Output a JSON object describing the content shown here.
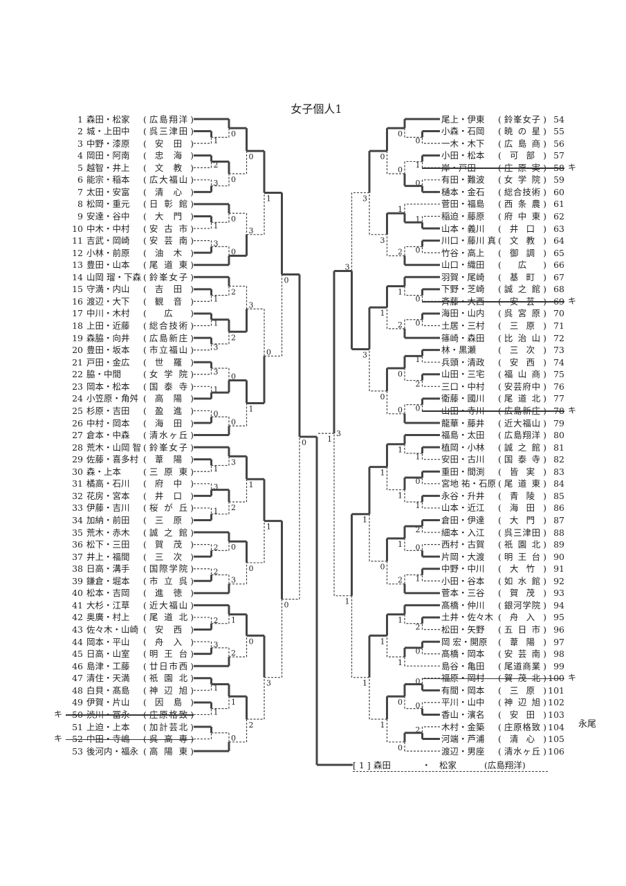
{
  "title": "女子個人1",
  "left_entries": [
    {
      "no": "1",
      "names": "森田・松家",
      "school": "広島翔洋"
    },
    {
      "no": "2",
      "names": "城・上田中",
      "school": "呉三津田"
    },
    {
      "no": "3",
      "names": "中野・漆原",
      "school": "安田"
    },
    {
      "no": "4",
      "names": "岡田・阿南",
      "school": "忠海"
    },
    {
      "no": "5",
      "names": "越智・井上",
      "school": "文教"
    },
    {
      "no": "6",
      "names": "能宗・稲本",
      "school": "広大福山"
    },
    {
      "no": "7",
      "names": "太田・安富",
      "school": "清心"
    },
    {
      "no": "8",
      "names": "松岡・重元",
      "school": "日彰館"
    },
    {
      "no": "9",
      "names": "安達・谷中",
      "school": "大門"
    },
    {
      "no": "10",
      "names": "中木・中村",
      "school": "安古市"
    },
    {
      "no": "11",
      "names": "吉武・岡崎",
      "school": "安芸南"
    },
    {
      "no": "12",
      "names": "小林・前原",
      "school": "油木"
    },
    {
      "no": "13",
      "names": "豊田・山本",
      "school": "尾道東"
    },
    {
      "no": "14",
      "names": "山岡 瑠・下森",
      "school": "鈴峯女子"
    },
    {
      "no": "15",
      "names": "守満・内山",
      "school": "吉田"
    },
    {
      "no": "16",
      "names": "渡辺・大下",
      "school": "観音"
    },
    {
      "no": "17",
      "names": "中川・木村",
      "school": "広"
    },
    {
      "no": "18",
      "names": "上田・近藤",
      "school": "総合技術"
    },
    {
      "no": "19",
      "names": "森脇・向井",
      "school": "広島新庄"
    },
    {
      "no": "20",
      "names": "豊田・坂本",
      "school": "市立福山"
    },
    {
      "no": "21",
      "names": "戸田・金広",
      "school": "世羅"
    },
    {
      "no": "22",
      "names": "脇・中間",
      "school": "女学院"
    },
    {
      "no": "23",
      "names": "岡本・松本",
      "school": "国泰寺"
    },
    {
      "no": "24",
      "names": "小笠原・角舛",
      "school": "高陽"
    },
    {
      "no": "25",
      "names": "杉原・吉田",
      "school": "盈進"
    },
    {
      "no": "26",
      "names": "中村・岡本",
      "school": "海田"
    },
    {
      "no": "27",
      "names": "倉本・中森",
      "school": "清水ヶ丘"
    },
    {
      "no": "28",
      "names": "荒木・山岡 智",
      "school": "鈴峯女子"
    },
    {
      "no": "29",
      "names": "佐藤・喜多村",
      "school": "葦陽"
    },
    {
      "no": "30",
      "names": "森・上本",
      "school": "三原東"
    },
    {
      "no": "31",
      "names": "橘高・石川",
      "school": "府中"
    },
    {
      "no": "32",
      "names": "花房・宮本",
      "school": "井口"
    },
    {
      "no": "33",
      "names": "伊藤・吉川",
      "school": "桜が丘"
    },
    {
      "no": "34",
      "names": "加納・前田",
      "school": "三原"
    },
    {
      "no": "35",
      "names": "荒木・赤木",
      "school": "誠之館"
    },
    {
      "no": "36",
      "names": "松下・三田",
      "school": "賀茂"
    },
    {
      "no": "37",
      "names": "井上・福間",
      "school": "三次"
    },
    {
      "no": "38",
      "names": "日高・溝手",
      "school": "国際学院"
    },
    {
      "no": "39",
      "names": "鎌倉・堀本",
      "school": "市立呉"
    },
    {
      "no": "40",
      "names": "松本・吉岡",
      "school": "進徳"
    },
    {
      "no": "41",
      "names": "大杉・江草",
      "school": "近大福山"
    },
    {
      "no": "42",
      "names": "奥廣・村上",
      "school": "尾道北"
    },
    {
      "no": "43",
      "names": "佐々木・山崎",
      "school": "安西"
    },
    {
      "no": "44",
      "names": "岡本・平山",
      "school": "舟入"
    },
    {
      "no": "45",
      "names": "日高・山室",
      "school": "明王台"
    },
    {
      "no": "46",
      "names": "島津・工藤",
      "school": "廿日市西"
    },
    {
      "no": "47",
      "names": "清住・天満",
      "school": "祇園北"
    },
    {
      "no": "48",
      "names": "白貝・髙島",
      "school": "神辺旭"
    },
    {
      "no": "49",
      "names": "伊賀・片山",
      "school": "因島"
    },
    {
      "no": "50",
      "names": "渋川・冨永",
      "school": "庄原格致",
      "withdrawn": true
    },
    {
      "no": "51",
      "names": "上迫・上本",
      "school": "加計芸北"
    },
    {
      "no": "52",
      "names": "中田・寺嶋",
      "school": "呉高専",
      "withdrawn": true
    },
    {
      "no": "53",
      "names": "後河内・福永",
      "school": "高陽東"
    }
  ],
  "right_entries": [
    {
      "no": "54",
      "names": "尾上・伊東",
      "school": "鈴峯女子"
    },
    {
      "no": "55",
      "names": "小森・石岡",
      "school": "暁の星"
    },
    {
      "no": "56",
      "names": "一木・木下",
      "school": "広島商"
    },
    {
      "no": "57",
      "names": "小田・松本",
      "school": "可部"
    },
    {
      "no": "58",
      "names": "岸・戸田",
      "school": "庄原実",
      "withdrawn": true
    },
    {
      "no": "59",
      "names": "有田・難波",
      "school": "女学院"
    },
    {
      "no": "60",
      "names": "樋本・金石",
      "school": "総合技術"
    },
    {
      "no": "61",
      "names": "菅田・福島",
      "school": "西条農"
    },
    {
      "no": "62",
      "names": "稲迫・藤原",
      "school": "府中東"
    },
    {
      "no": "63",
      "names": "山本・義川",
      "school": "井口"
    },
    {
      "no": "64",
      "names": "川口・藤川 真",
      "school": "文教"
    },
    {
      "no": "65",
      "names": "竹谷・高上",
      "school": "御調"
    },
    {
      "no": "66",
      "names": "山口・織田",
      "school": "広"
    },
    {
      "no": "67",
      "names": "羽賀・尾崎",
      "school": "基町"
    },
    {
      "no": "68",
      "names": "下野・芝崎",
      "school": "誠之館"
    },
    {
      "no": "69",
      "names": "斉藤・大西",
      "school": "安芸",
      "withdrawn": true
    },
    {
      "no": "70",
      "names": "海田・山内",
      "school": "呉宮原"
    },
    {
      "no": "71",
      "names": "土居・三村",
      "school": "三原"
    },
    {
      "no": "72",
      "names": "篠崎・森田",
      "school": "比治山"
    },
    {
      "no": "73",
      "names": "林・黒瀬",
      "school": "三次"
    },
    {
      "no": "74",
      "names": "兵頭・清政",
      "school": "安西"
    },
    {
      "no": "75",
      "names": "山田・三宅",
      "school": "福山商"
    },
    {
      "no": "76",
      "names": "三口・中村",
      "school": "安芸府中"
    },
    {
      "no": "77",
      "names": "衛藤・國川",
      "school": "尾道北"
    },
    {
      "no": "78",
      "names": "山田・寺川",
      "school": "広島新庄",
      "withdrawn": true
    },
    {
      "no": "79",
      "names": "龍華・藤井",
      "school": "近大福山"
    },
    {
      "no": "80",
      "names": "福島・太田",
      "school": "広島翔洋"
    },
    {
      "no": "81",
      "names": "植岡・小林",
      "school": "誠之館"
    },
    {
      "no": "82",
      "names": "安田・古川",
      "school": "国泰寺"
    },
    {
      "no": "83",
      "names": "重田・間渕",
      "school": "皆実"
    },
    {
      "no": "84",
      "names": "宮地 祐・石原",
      "school": "尾道東"
    },
    {
      "no": "85",
      "names": "永谷・升井",
      "school": "青陵"
    },
    {
      "no": "86",
      "names": "山本・近江",
      "school": "海田"
    },
    {
      "no": "87",
      "names": "倉田・伊達",
      "school": "大門"
    },
    {
      "no": "88",
      "names": "細本・入江",
      "school": "呉三津田"
    },
    {
      "no": "89",
      "names": "西村・古賀",
      "school": "祇園北"
    },
    {
      "no": "90",
      "names": "片岡・大渡",
      "school": "明王台"
    },
    {
      "no": "91",
      "names": "中野・中川",
      "school": "大竹"
    },
    {
      "no": "92",
      "names": "小田・谷本",
      "school": "如水館"
    },
    {
      "no": "93",
      "names": "菅本・三谷",
      "school": "賀茂"
    },
    {
      "no": "94",
      "names": "髙橋・仲川",
      "school": "銀河学院"
    },
    {
      "no": "95",
      "names": "土井・佐々木",
      "school": "舟入"
    },
    {
      "no": "96",
      "names": "松田・矢野",
      "school": "五日市"
    },
    {
      "no": "97",
      "names": "岡 宏・開原",
      "school": "葦陽"
    },
    {
      "no": "98",
      "names": "髙橋・岡本",
      "school": "安芸南"
    },
    {
      "no": "99",
      "names": "島谷・亀田",
      "school": "尾道商業"
    },
    {
      "no": "100",
      "names": "福原・岡村",
      "school": "賀茂北",
      "withdrawn": true
    },
    {
      "no": "101",
      "names": "有間・岡本",
      "school": "三原"
    },
    {
      "no": "102",
      "names": "平川・山中",
      "school": "神辺旭"
    },
    {
      "no": "103",
      "names": "香山・濱名",
      "school": "安田"
    },
    {
      "no": "104",
      "names": "木村・金築",
      "school": "庄原格致"
    },
    {
      "no": "105",
      "names": "河端・芦浦",
      "school": "清心"
    },
    {
      "no": "106",
      "names": "渡辺・男座",
      "school": "清水ヶ丘"
    }
  ],
  "withdrawn_mark": "キ",
  "annotation": "永尾",
  "bracket": {
    "left": [
      [
        [
          [
            [
              1,
              [
                2,
                3,
                0,
                "1"
              ],
              0,
              "0"
            ],
            [
              [
                4,
                5,
                0,
                "2"
              ],
              [
                6,
                7,
                1,
                "3"
              ],
              0,
              "0"
            ],
            0,
            "0"
          ],
          [
            [
              8,
              [
                9,
                10,
                0,
                "1"
              ],
              0,
              "0"
            ],
            [
              [
                11,
                12,
                1,
                "3"
              ],
              13,
              1,
              "0"
            ],
            1,
            "3"
          ],
          0,
          "1"
        ],
        [
          [
            [
              14,
              [
                15,
                16,
                0,
                "1"
              ],
              0,
              "2"
            ],
            [
              [
                17,
                18,
                0,
                "1"
              ],
              [
                19,
                20,
                0,
                "3"
              ],
              0,
              "2"
            ],
            1,
            "3"
          ],
          [
            [
              [
                21,
                22,
                0,
                "3"
              ],
              [
                23,
                24,
                1,
                "1"
              ],
              1,
              "0"
            ],
            [
              [
                25,
                26,
                1,
                "0"
              ],
              27,
              1,
              "0"
            ],
            0,
            "1"
          ],
          1,
          "0"
        ],
        0,
        "0"
      ],
      [
        [
          [
            [
              28,
              [
                29,
                30,
                0,
                "1"
              ],
              0,
              "3"
            ],
            [
              [
                31,
                32,
                1,
                "3"
              ],
              [
                33,
                34,
                1,
                "1"
              ],
              0,
              "2"
            ],
            0,
            "1"
          ],
          [
            [
              35,
              [
                36,
                37,
                1,
                "2"
              ],
              0,
              "0"
            ],
            [
              [
                38,
                39,
                1,
                "2"
              ],
              40,
              1,
              "3"
            ],
            0,
            "0"
          ],
          0,
          "1"
        ],
        [
          [
            [
              41,
              [
                42,
                43,
                1,
                "2"
              ],
              0,
              "1"
            ],
            [
              [
                44,
                45,
                1,
                "3"
              ],
              46,
              1,
              "2"
            ],
            0,
            "0"
          ],
          [
            [
              [
                47,
                48,
                0,
                "1"
              ],
              [
                49,
                50,
                0,
                "1"
              ],
              0,
              "1"
            ],
            [
              [
                51,
                52,
                0,
                ""
              ],
              53,
              1,
              "0"
            ],
            0,
            "2"
          ],
          0,
          "3"
        ],
        0,
        "0"
      ],
      0,
      "0"
    ],
    "right": [
      [
        [
          [
            [
              54,
              [
                55,
                56,
                0,
                "0"
              ],
              0,
              "0"
            ],
            [
              [
                57,
                58,
                0,
                "1"
              ],
              [
                59,
                60,
                1,
                "0"
              ],
              1,
              "0"
            ],
            0,
            "0"
          ],
          [
            [
              61,
              [
                62,
                63,
                1,
                "1"
              ],
              1,
              "1"
            ],
            [
              [
                64,
                65,
                0,
                "0"
              ],
              66,
              1,
              "2"
            ],
            0,
            "3"
          ],
          0,
          "3"
        ],
        [
          [
            [
              67,
              [
                68,
                69,
                0,
                "0"
              ],
              0,
              "1"
            ],
            [
              [
                70,
                71,
                0,
                "0"
              ],
              72,
              1,
              "2"
            ],
            0,
            "1"
          ],
          [
            [
              [
                73,
                74,
                0,
                "1"
              ],
              [
                75,
                76,
                0,
                "2"
              ],
              0,
              "0"
            ],
            [
              [
                77,
                78,
                0,
                "0"
              ],
              79,
              1,
              "0"
            ],
            0,
            "0"
          ],
          0,
          "3"
        ],
        1,
        "3"
      ],
      [
        [
          [
            [
              80,
              [
                81,
                82,
                0,
                "1"
              ],
              0,
              "1"
            ],
            [
              [
                83,
                84,
                0,
                "0"
              ],
              [
                85,
                86,
                0,
                "1"
              ],
              0,
              "1"
            ],
            0,
            "1"
          ],
          [
            [
              [
                87,
                88,
                0,
                "2"
              ],
              [
                89,
                90,
                1,
                "0"
              ],
              0,
              "1"
            ],
            [
              [
                91,
                92,
                0,
                "1"
              ],
              93,
              1,
              "2"
            ],
            0,
            "0"
          ],
          0,
          "1"
        ],
        [
          [
            [
              94,
              [
                95,
                96,
                0,
                "2"
              ],
              0,
              "1"
            ],
            [
              [
                97,
                98,
                0,
                "0"
              ],
              99,
              0,
              "1"
            ],
            0,
            "1"
          ],
          [
            [
              [
                100,
                101,
                1,
                "0"
              ],
              [
                102,
                103,
                1,
                "0"
              ],
              0,
              "0"
            ],
            [
              [
                104,
                105,
                1,
                "2"
              ],
              106,
              0,
              "0"
            ],
            0,
            "1"
          ],
          0,
          "1"
        ],
        0,
        "1"
      ],
      0,
      "1"
    ],
    "final_winner": "left",
    "final_loser_score": "3"
  },
  "champion": {
    "seed": "[ 1 ]",
    "name1": "森田",
    "dot": "・",
    "name2": "松家",
    "school": "(広島翔洋)"
  }
}
